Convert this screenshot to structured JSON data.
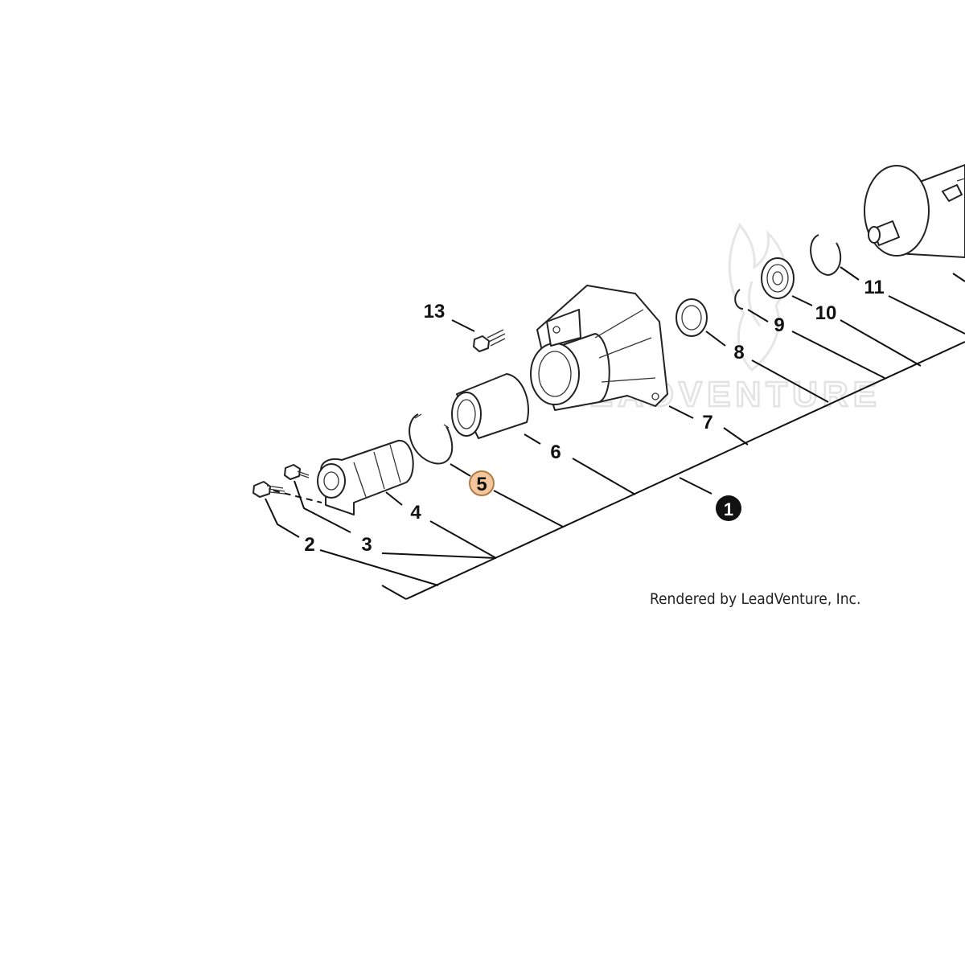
{
  "callouts": {
    "c1": "1",
    "c2": "2",
    "c3": "3",
    "c4": "4",
    "c5": "5",
    "c6": "6",
    "c7": "7",
    "c8": "8",
    "c9": "9",
    "c10": "10",
    "c11": "11",
    "c13": "13"
  },
  "watermark": {
    "brand": "LEADVENTURE"
  },
  "credit": "Rendered by LeadVenture, Inc.",
  "colors": {
    "highlight_fill": "#f3c79b",
    "highlight_stroke": "#b07a46",
    "badge_fill": "#111111",
    "line": "#111111",
    "watermark": "#e3e3e3"
  }
}
